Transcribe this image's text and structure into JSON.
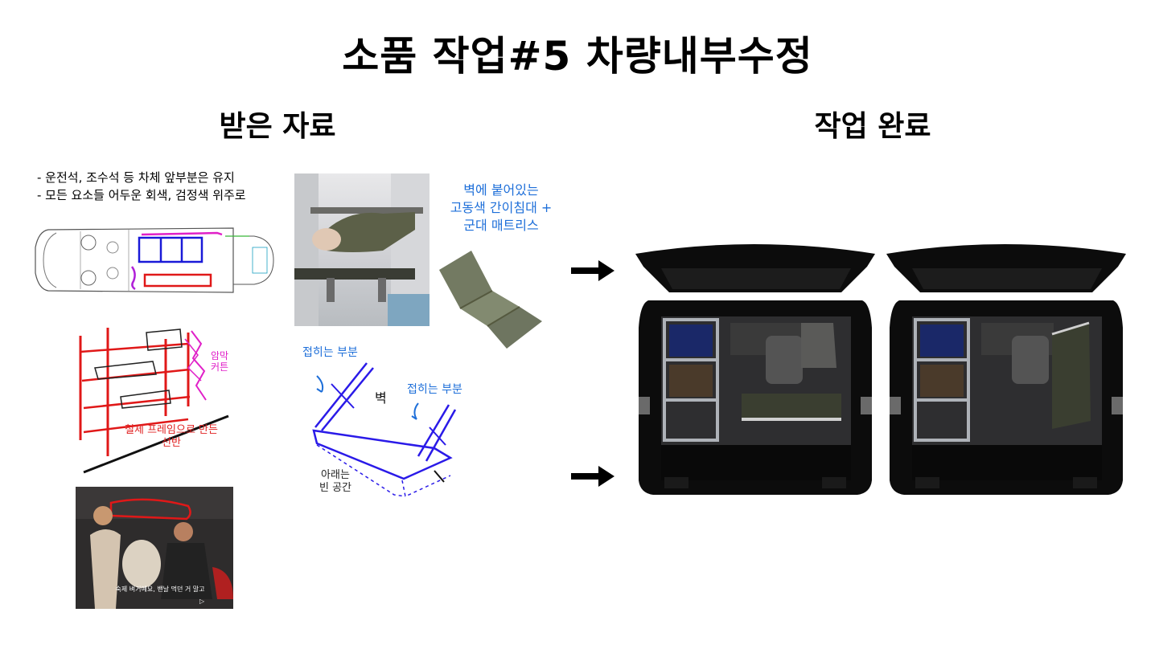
{
  "title": "소품 작업#5 차량내부수정",
  "received": {
    "heading": "받은 자료",
    "notes": [
      "- 운전석, 조수석 등 차체 앞부분은 유지",
      "- 모든 요소들 어두운 회색, 검정색 위주로"
    ],
    "stretcher_note": [
      "벽에 붙어있는",
      "고동색 간이침대 +",
      "군대 매트리스"
    ],
    "shelf_note": [
      "철제 프레임으로 만든",
      "선반"
    ],
    "curtain_note": [
      "암막",
      "커튼"
    ],
    "fold_label_left": "접히는 부분",
    "fold_label_right": "접히는 부분",
    "wall_label": "벽",
    "empty_space_note": [
      "아래는",
      "빈 공간"
    ],
    "video_subtitle": "숙제 벼거예요, 밴날 먹던 거 말고"
  },
  "completed": {
    "heading": "작업 완료"
  },
  "colors": {
    "blue_annotation": "#1e6fd9",
    "red_annotation": "#e02020",
    "pink_annotation": "#e020c8",
    "van_body": "#0c0c0c"
  }
}
